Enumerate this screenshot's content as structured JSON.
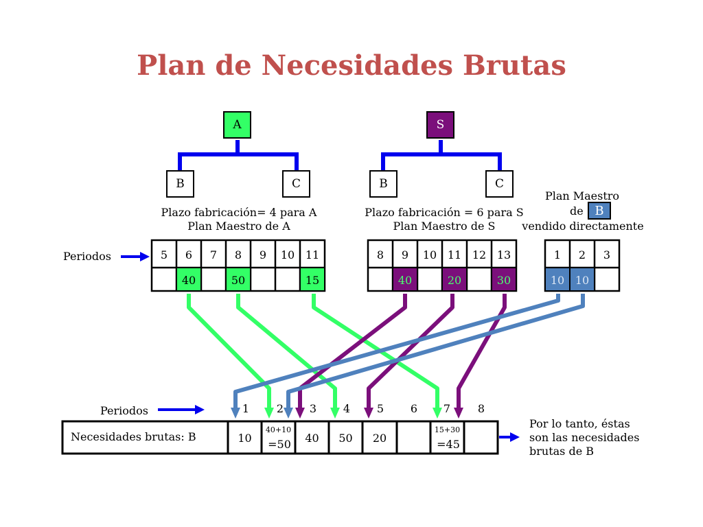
{
  "title": "Plan de Necesidades Brutas",
  "colors": {
    "title": "#c0504d",
    "tree_line": "#0000ee",
    "green": "#33ff66",
    "purple": "#7b0f7b",
    "steel_blue": "#4f81bd",
    "arrow_blue": "#0000ee"
  },
  "tree_A": {
    "parent": "A",
    "left": "B",
    "right": "C",
    "note_line1": "Plazo fabricación= 4 para A",
    "note_line2": "Plan Maestro de A"
  },
  "tree_S": {
    "parent": "S",
    "left": "B",
    "right": "C",
    "note_line1": "Plazo fabricación = 6 para S",
    "note_line2": "Plan Maestro de S"
  },
  "plan_B": {
    "line1": "Plan Maestro",
    "line2_prefix": "de",
    "badge": "B",
    "line3": "vendido directamente"
  },
  "periods_label": "Periodos",
  "table_A": {
    "periods": [
      "5",
      "6",
      "7",
      "8",
      "9",
      "10",
      "11"
    ],
    "quantities": [
      "",
      "40",
      "",
      "50",
      "",
      "",
      "15"
    ]
  },
  "table_S": {
    "periods": [
      "8",
      "9",
      "10",
      "11",
      "12",
      "13"
    ],
    "quantities": [
      "",
      "40",
      "",
      "20",
      "",
      "30"
    ]
  },
  "table_B": {
    "periods": [
      "1",
      "2",
      "3"
    ],
    "quantities": [
      "10",
      "10",
      ""
    ]
  },
  "bottom": {
    "periods_label": "Periodos",
    "periods": [
      "1",
      "2",
      "3",
      "4",
      "5",
      "6",
      "7",
      "8"
    ],
    "row_label": "Necesidades brutas: B",
    "cells": [
      {
        "top": "",
        "main": "10"
      },
      {
        "top": "40+10",
        "main": "=50"
      },
      {
        "top": "",
        "main": "40"
      },
      {
        "top": "",
        "main": "50"
      },
      {
        "top": "",
        "main": "20"
      },
      {
        "top": "",
        "main": ""
      },
      {
        "top": "15+30",
        "main": "=45"
      },
      {
        "top": "",
        "main": ""
      }
    ],
    "conclusion_line1": "Por lo tanto, éstas",
    "conclusion_line2": "son las necesidades",
    "conclusion_line3": "brutas de B"
  }
}
